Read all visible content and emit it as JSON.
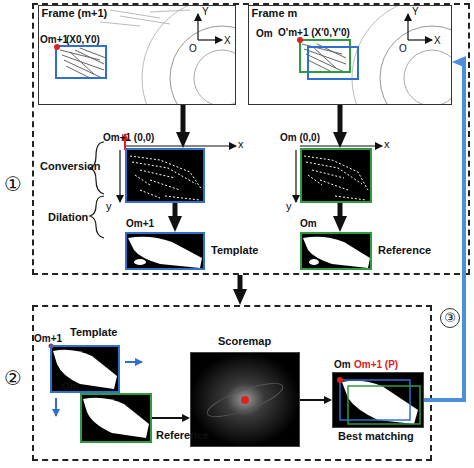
{
  "diagram": {
    "nodes": [
      {
        "text": [
          "①"
        ]
      },
      {
        "text": [
          "Frame (m+1)"
        ],
        "in": 0
      },
      {
        "text": [
          "Frame m"
        ],
        "in": 0
      },
      {
        "text": [
          "Om+1 (0,0)"
        ],
        "in": 0
      },
      {
        "text": [
          "Om (0,0)"
        ],
        "in": 0
      },
      {
        "text": [
          "Template"
        ],
        "in": 0
      },
      {
        "text": [
          "Reference"
        ],
        "in": 0
      },
      {
        "text": [
          "②"
        ]
      },
      {
        "text": [
          "Template"
        ],
        "in": 7
      },
      {
        "text": [
          "Reference"
        ],
        "in": 7
      },
      {
        "text": [
          "Scoremap"
        ],
        "in": 7
      },
      {
        "text": [
          "Best matching"
        ],
        "in": 7
      }
    ],
    "edges": [
      {
        "from": 1,
        "to": 3,
        "arrow": "to"
      },
      {
        "from": 3,
        "to": 5,
        "arrow": "to"
      },
      {
        "from": 2,
        "to": 4,
        "arrow": "to"
      },
      {
        "from": 4,
        "to": 6,
        "arrow": "to"
      },
      {
        "from": 0,
        "to": 7,
        "arrow": "to"
      },
      {
        "from": 9,
        "to": 10,
        "arrow": "to"
      },
      {
        "from": 10,
        "to": 11,
        "arrow": "to"
      },
      {
        "from": 11,
        "to": 2,
        "arrow": "to",
        "label": "③"
      }
    ],
    "labels": [
      "Om+1",
      "(X0,Y0)",
      "Y",
      "X",
      "O",
      "Om",
      "O'm+1 (X'0,Y'0)",
      "Y",
      "X",
      "O",
      "Conversion",
      "Dilation",
      "x",
      "y",
      "x",
      "y",
      "Om+1",
      "Om",
      "Om+1",
      "Om",
      "Om",
      "Om+1 (P)"
    ]
  }
}
